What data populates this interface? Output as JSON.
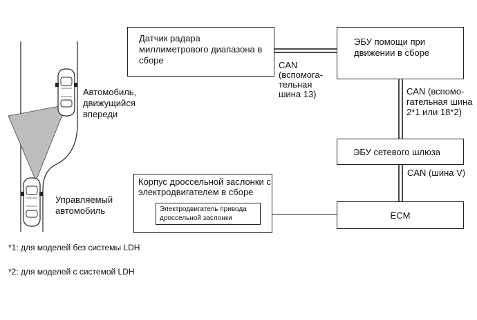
{
  "diagram": {
    "radar_box": {
      "line1": "Датчик радара",
      "line2": "миллиметрового диапазона в",
      "line3": "сборе"
    },
    "driving_ecu_box": {
      "line1": "ЭБУ помощи при",
      "line2": "движении в сборе"
    },
    "gateway_box": {
      "label": "ЭБУ сетевого шлюза"
    },
    "ecm_box": {
      "label": "ECM"
    },
    "throttle_box": {
      "line1": "Корпус дроссельной заслонки с",
      "line2": "электродвигателем в сборе"
    },
    "motor_box": {
      "line1": "Электродвигатель привода",
      "line2": "дроссельной заслонки"
    },
    "can_radar": {
      "line1": "CAN",
      "line2": "(вспомога-",
      "line3": "тельная",
      "line4": "шина 13)"
    },
    "can_driving": {
      "line1": "CAN (вспомо-",
      "line2": "гательная шина",
      "line3": "2*1 или 18*2)"
    },
    "can_gateway": {
      "label": "CAN (шина V)"
    },
    "vehicle_ahead": {
      "line1": "Автомобиль,",
      "line2": "движущийся",
      "line3": "впереди"
    },
    "own_vehicle": {
      "line1": "Управляемый",
      "line2": "автомобиль"
    },
    "footnotes": {
      "note1": "*1: для моделей без системы LDH",
      "note2": "*2: для моделей с системой LDH"
    }
  }
}
